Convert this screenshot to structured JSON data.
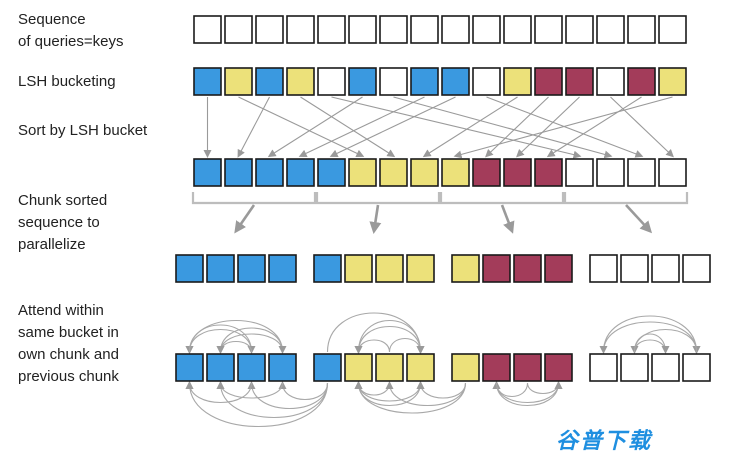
{
  "labels": {
    "sequence": "Sequence\nof queries=keys",
    "lsh": "LSH bucketing",
    "sort": "Sort by LSH bucket",
    "chunk": "Chunk sorted\nsequence to\nparallelize",
    "attend": "Attend within\nsame bucket in\nown chunk and\nprevious chunk"
  },
  "colors": {
    "blue": "#3a99e0",
    "yellow": "#ece17a",
    "maroon": "#a33c5a",
    "white": "#ffffff",
    "outline": "#1a1a1a",
    "arrow": "#9a9a9a"
  },
  "sequence": [
    "white",
    "white",
    "white",
    "white",
    "white",
    "white",
    "white",
    "white",
    "white",
    "white",
    "white",
    "white",
    "white",
    "white",
    "white",
    "white"
  ],
  "lsh_buckets": [
    "blue",
    "yellow",
    "blue",
    "yellow",
    "white",
    "blue",
    "white",
    "blue",
    "blue",
    "white",
    "yellow",
    "maroon",
    "maroon",
    "white",
    "maroon",
    "yellow"
  ],
  "sorted": [
    "blue",
    "blue",
    "blue",
    "blue",
    "blue",
    "yellow",
    "yellow",
    "yellow",
    "yellow",
    "maroon",
    "maroon",
    "maroon",
    "white",
    "white",
    "white",
    "white"
  ],
  "chunks": [
    [
      "blue",
      "blue",
      "blue",
      "blue"
    ],
    [
      "blue",
      "yellow",
      "yellow",
      "yellow"
    ],
    [
      "yellow",
      "maroon",
      "maroon",
      "maroon"
    ],
    [
      "white",
      "white",
      "white",
      "white"
    ]
  ],
  "watermark": "谷普下载"
}
